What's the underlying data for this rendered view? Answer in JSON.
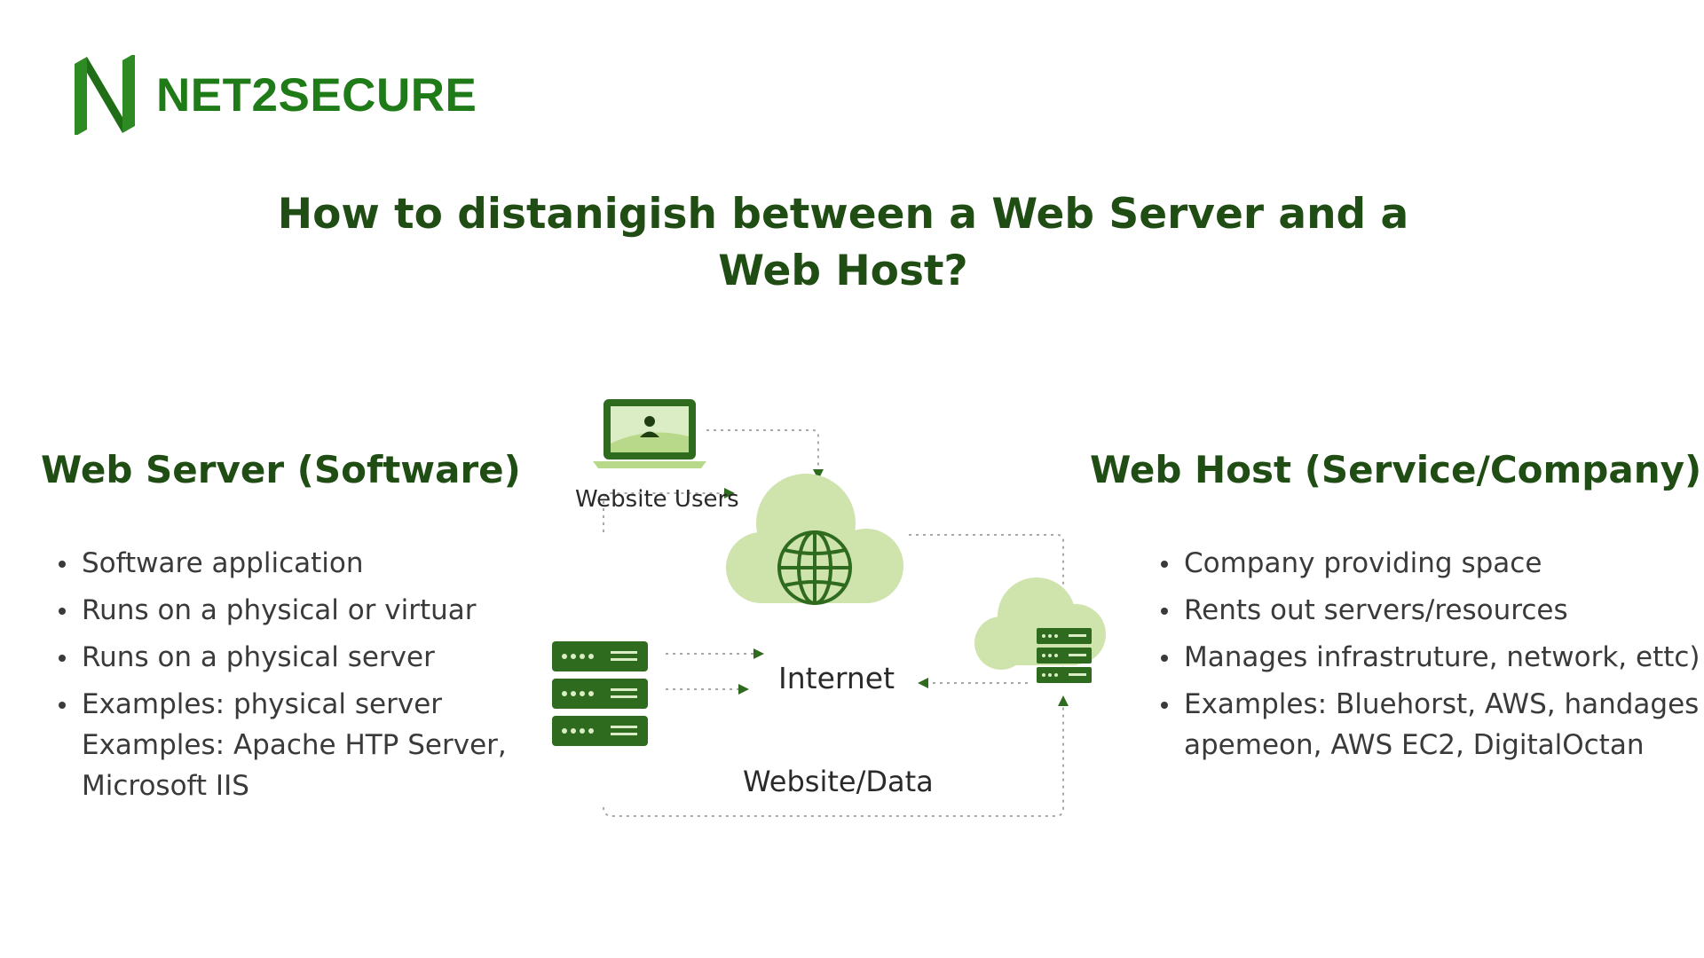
{
  "brand": {
    "name": "NET2SECURE",
    "color": "#1f7a18"
  },
  "title": {
    "line1": "How to distanigish between a Web Server and a",
    "line2": "Web Host?"
  },
  "left": {
    "heading": "Web Server (Software)",
    "bullets": [
      "Software application",
      "Runs on a physical or virtuar",
      "Runs on a physical server"
    ],
    "examples": {
      "line1": "Examples: physical server",
      "line2": "Examples: Apache HTP Server,",
      "line3": "Microsoft IIS"
    }
  },
  "right": {
    "heading": "Web Host (Service/Company)",
    "bullets": [
      "Company providing space",
      "Rents out servers/resources",
      "Manages infrastruture, network, ettc)"
    ],
    "examples": {
      "line1": "Examples: Bluehorst, AWS, handages",
      "line2": "apemeon, AWS EC2, DigitalOctan"
    }
  },
  "diagram": {
    "users_label": "Website Users",
    "internet_label": "Internet",
    "data_label": "Website/Data",
    "icons": [
      "laptop-user-icon",
      "globe-cloud-icon",
      "server-rack-icon",
      "cloud-server-icon"
    ],
    "colors": {
      "dark_green": "#2e6b1f",
      "light_green": "#b9d98a",
      "pale_green": "#dbedc4"
    }
  }
}
